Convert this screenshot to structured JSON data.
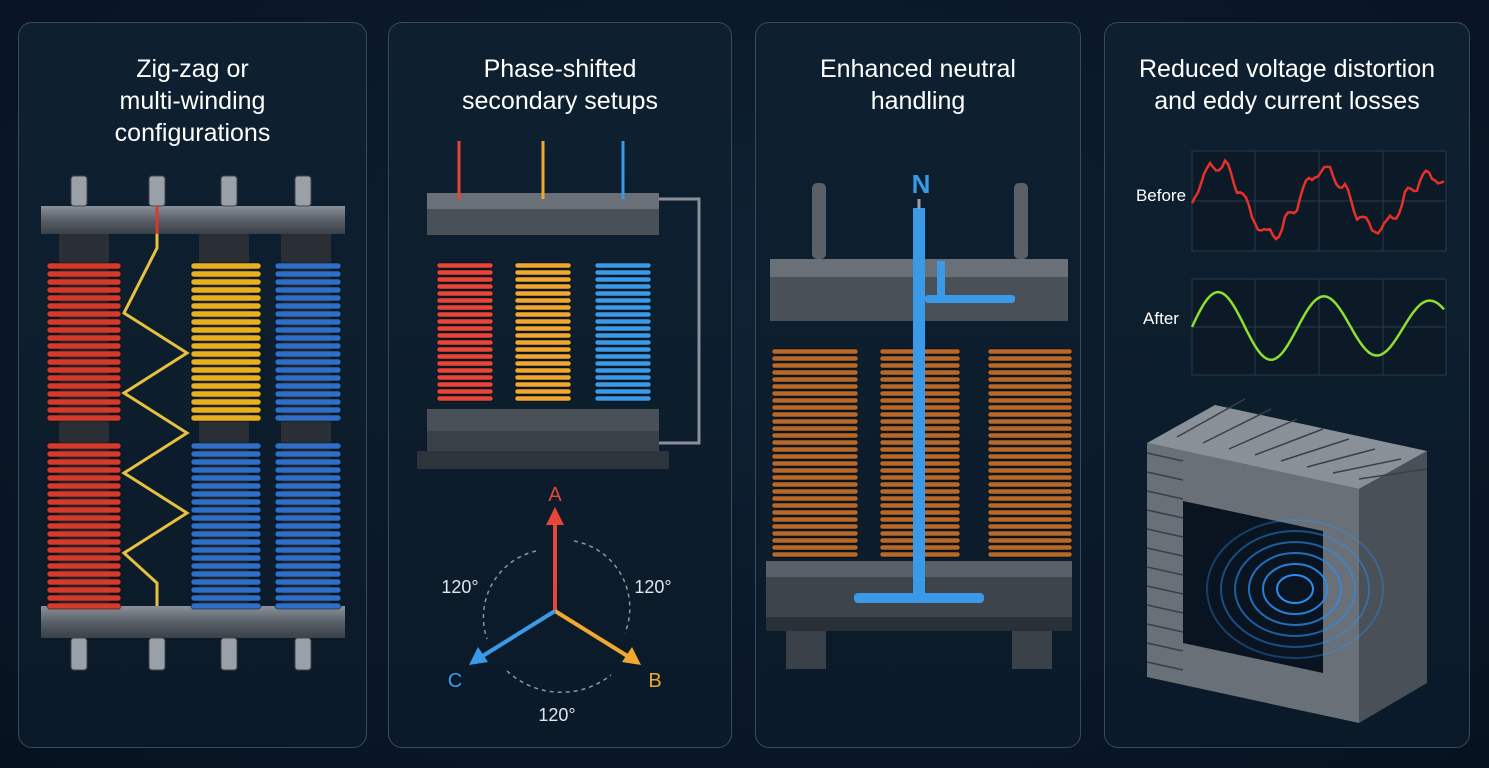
{
  "panels": [
    {
      "title_lines": [
        "Zig-zag or",
        "multi-winding",
        "configurations"
      ],
      "coil_colors": [
        "#d63a2c",
        "#e8b020",
        "#2f6fc8"
      ]
    },
    {
      "title_lines": [
        "Phase-shifted",
        "secondary setups"
      ],
      "phasor": {
        "phases": [
          {
            "name": "A",
            "color": "#e8453a"
          },
          {
            "name": "B",
            "color": "#f0a830"
          },
          {
            "name": "C",
            "color": "#3a9ae8"
          }
        ],
        "angle_labels": [
          "120°",
          "120°",
          "120°"
        ]
      }
    },
    {
      "title_lines": [
        "Enhanced neutral",
        "handling"
      ],
      "neutral_label": "N",
      "neutral_color": "#3a9ae8"
    },
    {
      "title_lines": [
        "Reduced voltage distortion",
        "and eddy current losses"
      ],
      "waveforms": [
        {
          "label": "Before",
          "color": "#e8302a"
        },
        {
          "label": "After",
          "color": "#8ee030"
        }
      ],
      "eddy_color": "#2a8ef0"
    }
  ]
}
